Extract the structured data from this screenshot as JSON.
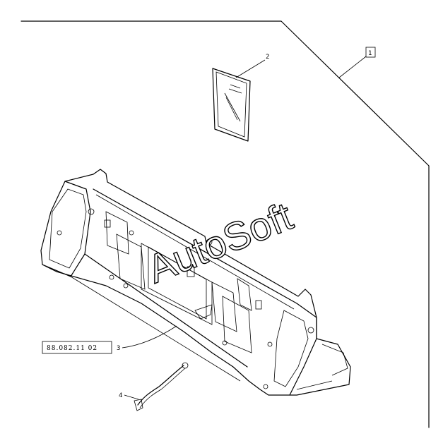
{
  "callouts": {
    "kit": "1",
    "manual": "2",
    "bucket": "3",
    "hose": "4"
  },
  "reference_code": "88.082.11 02",
  "watermark": "AutoSoft"
}
